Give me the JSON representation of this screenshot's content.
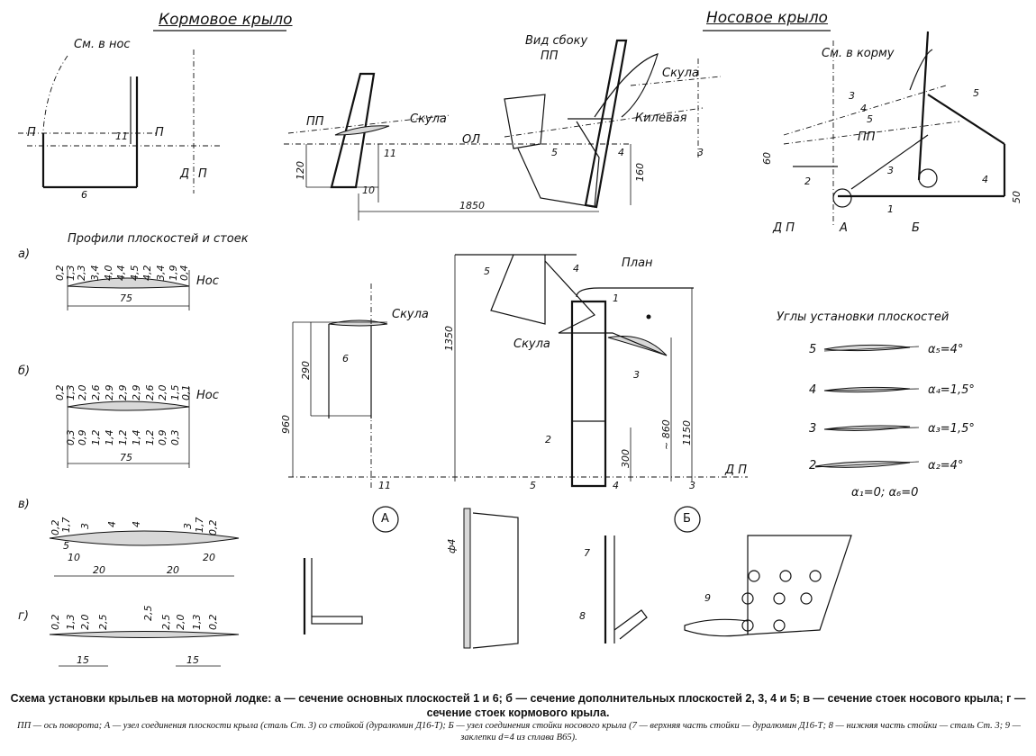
{
  "headers": {
    "stern_wing": "Кормовое крыло",
    "bow_wing": "Носовое крыло",
    "profiles": "Профили плоскостей и стоек",
    "plan": "План",
    "side_view": "Вид сбоку",
    "angles": "Углы установки плоскостей"
  },
  "labels": {
    "see_bow": "См. в нос",
    "see_stern": "См. в корму",
    "pp": "ПП",
    "p": "П",
    "d": "Д",
    "skula": "Скула",
    "kilevaya": "Килевая",
    "ol": "ОЛ",
    "dp": "Д П",
    "nos": "Нос",
    "node_a": "А",
    "node_b": "Б"
  },
  "section_letters": [
    "а)",
    "б)",
    "в)",
    "г)"
  ],
  "dimensions": {
    "d1850": "1850",
    "d120": "120",
    "d160": "160",
    "d10": "10",
    "d60": "60",
    "d50": "50",
    "d290": "290",
    "d960": "960",
    "d1350": "1350",
    "d300": "300",
    "d860": "~ 860",
    "d1150": "1150",
    "d75": "75",
    "d20": "20",
    "d15": "15",
    "d4": "ф4"
  },
  "numbers": {
    "n1": "1",
    "n2": "2",
    "n3": "3",
    "n4": "4",
    "n5": "5",
    "n6": "6",
    "n7": "7",
    "n8": "8",
    "n9": "9",
    "n11": "11"
  },
  "profile_a_top": [
    "0,2",
    "1,3",
    "2,3",
    "3,4",
    "4,0",
    "4,4",
    "4,5",
    "4,2",
    "3,4",
    "1,9",
    "0,4"
  ],
  "profile_b_top": [
    "0,2",
    "1,3",
    "2,0",
    "2,6",
    "2,9",
    "2,9",
    "2,9",
    "2,6",
    "2,0",
    "1,5",
    "0,1"
  ],
  "profile_b_bottom": [
    "0,3",
    "0,9",
    "1,2",
    "1,4",
    "1,2",
    "1,4",
    "1,2",
    "0,9",
    "0,3"
  ],
  "profile_v": [
    "0,2",
    "1,7",
    "3",
    "4",
    "4",
    "3",
    "1,7",
    "0,2",
    "5",
    "10",
    "20"
  ],
  "profile_g": [
    "0,2",
    "1,3",
    "2,0",
    "2,5",
    "2,5",
    "2,5",
    "2,0",
    "1,3",
    "0,2"
  ],
  "angles": [
    {
      "num": "5",
      "label": "α₅=4°"
    },
    {
      "num": "4",
      "label": "α₄=1,5°"
    },
    {
      "num": "3",
      "label": "α₃=1,5°"
    },
    {
      "num": "2",
      "label": "α₂=4°"
    }
  ],
  "angles_note": "α₁=0; α₆=0",
  "caption_main": "Схема установки крыльев на моторной лодке: а — сечение основных плоскостей 1 и 6; б — сечение дополнительных плоскостей 2, 3, 4 и 5; в — сечение стоек носового крыла; г — сечение стоек кормового крыла.",
  "caption_note": "ПП — ось поворота; А — узел соединения плоскости крыла (сталь Ст. 3) со стойкой (дуралюмин Д16-Т); Б — узел соединения стойки носового крыла (7 — верхняя часть стойки — дуралюмин Д16-Т; 8 — нижняя часть стойки — сталь Ст. 3; 9 — заклепки d=4 из сплава В65)."
}
